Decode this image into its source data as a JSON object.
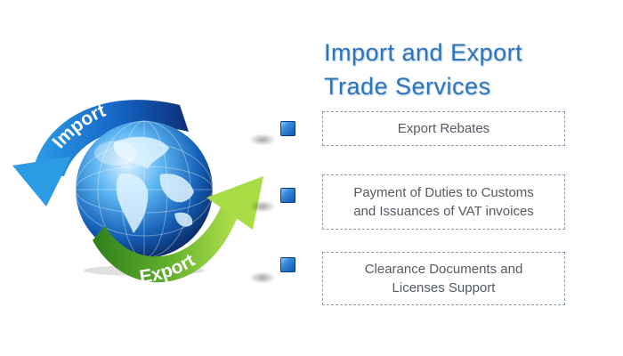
{
  "heading": {
    "line1": "Import and Export",
    "line2": "Trade Services"
  },
  "graphic": {
    "import_label": "Import",
    "export_label": "Export"
  },
  "services": [
    {
      "label": "Export Rebates"
    },
    {
      "label": "Payment of Duties to Customs\nand Issuances of VAT invoices"
    },
    {
      "label": "Clearance Documents  and\nLicenses Support"
    }
  ],
  "colors": {
    "title": "#2e74b8",
    "import_arrow": "#1a6fc8",
    "export_arrow": "#5fae2a",
    "bullet": "#1f66c4",
    "box_border": "#8a9db3",
    "box_text": "#555b63"
  }
}
